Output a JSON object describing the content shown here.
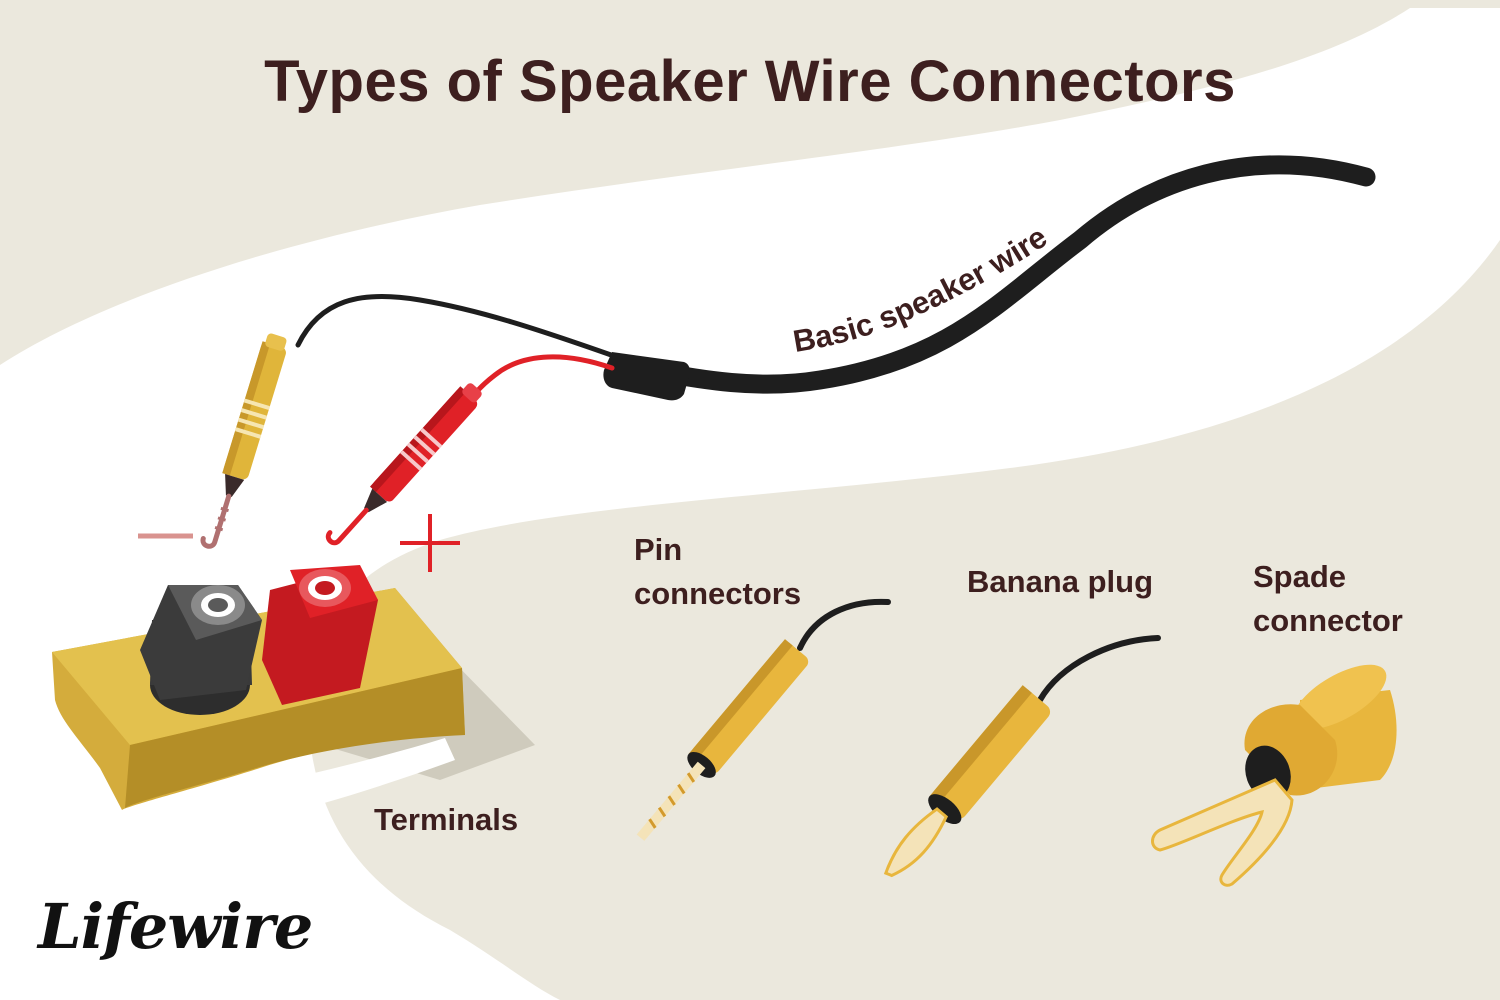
{
  "title": "Types of Speaker Wire Connectors",
  "labels": {
    "basic_wire": "Basic speaker wire",
    "pin": [
      "Pin",
      "connectors"
    ],
    "banana": "Banana plug",
    "spade": [
      "Spade",
      "connector"
    ],
    "terminals": "Terminals"
  },
  "polarity": {
    "negative": "−",
    "positive": "+"
  },
  "brand": "Lifewire",
  "colors": {
    "background_band": "#ebe8dd",
    "text": "#3d1f1f",
    "wire": "#1e1e1e",
    "red": "#e02127",
    "gold": "#e8b63d",
    "terminal_block": "#d4ac3c"
  }
}
